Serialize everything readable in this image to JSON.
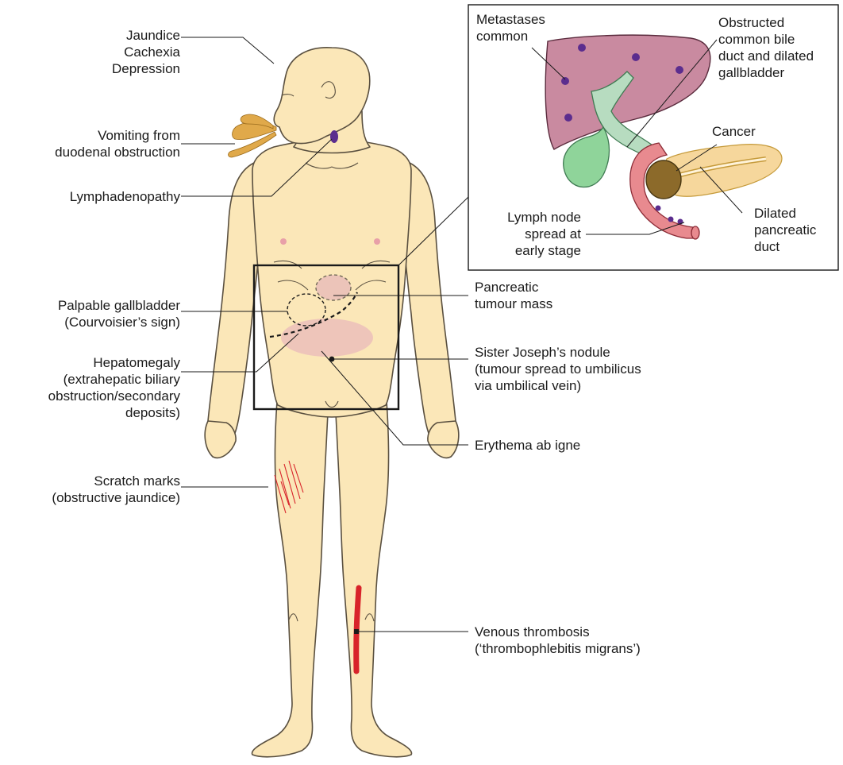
{
  "colors": {
    "skin": "#fbe7b8",
    "skin_outline": "#5a5040",
    "accent_purple": "#5b2d8e",
    "vein_red": "#d8232a",
    "liver": "#c98aa0",
    "gallbladder": "#8fd49a",
    "bile_duct": "#b7dcc0",
    "pancreas": "#f6d79c",
    "duodenum": "#e88a8f",
    "tumour": "#8c6a2a",
    "vomit": "#e0a94a",
    "erythema": "#e8b6bb"
  },
  "labels_left": {
    "jaundice": [
      "Jaundice",
      "Cachexia",
      "Depression"
    ],
    "vomiting": [
      "Vomiting from",
      "duodenal obstruction"
    ],
    "lymphadenopathy": [
      "Lymphadenopathy"
    ],
    "gallbladder": [
      "Palpable gallbladder",
      "(Courvoisier’s sign)"
    ],
    "hepatomegaly": [
      "Hepatomegaly",
      "(extrahepatic biliary",
      "obstruction/secondary",
      "deposits)"
    ],
    "scratch": [
      "Scratch marks",
      "(obstructive jaundice)"
    ]
  },
  "labels_right": {
    "pancreatic": [
      "Pancreatic",
      "tumour mass"
    ],
    "sister_joseph": [
      "Sister Joseph’s nodule",
      "(tumour spread to umbilicus",
      "via umbilical vein)"
    ],
    "erythema": [
      "Erythema ab igne"
    ],
    "thrombosis": [
      "Venous thrombosis",
      "(‘thrombophlebitis migrans’)"
    ]
  },
  "inset": {
    "metastases": [
      "Metastases",
      "common"
    ],
    "obstructed": [
      "Obstructed",
      "common bile",
      "duct and dilated",
      "gallbladder"
    ],
    "cancer": [
      "Cancer"
    ],
    "lymph_node": [
      "Lymph node",
      "spread at",
      "early stage"
    ],
    "dilated_duct": [
      "Dilated",
      "pancreatic",
      "duct"
    ]
  }
}
